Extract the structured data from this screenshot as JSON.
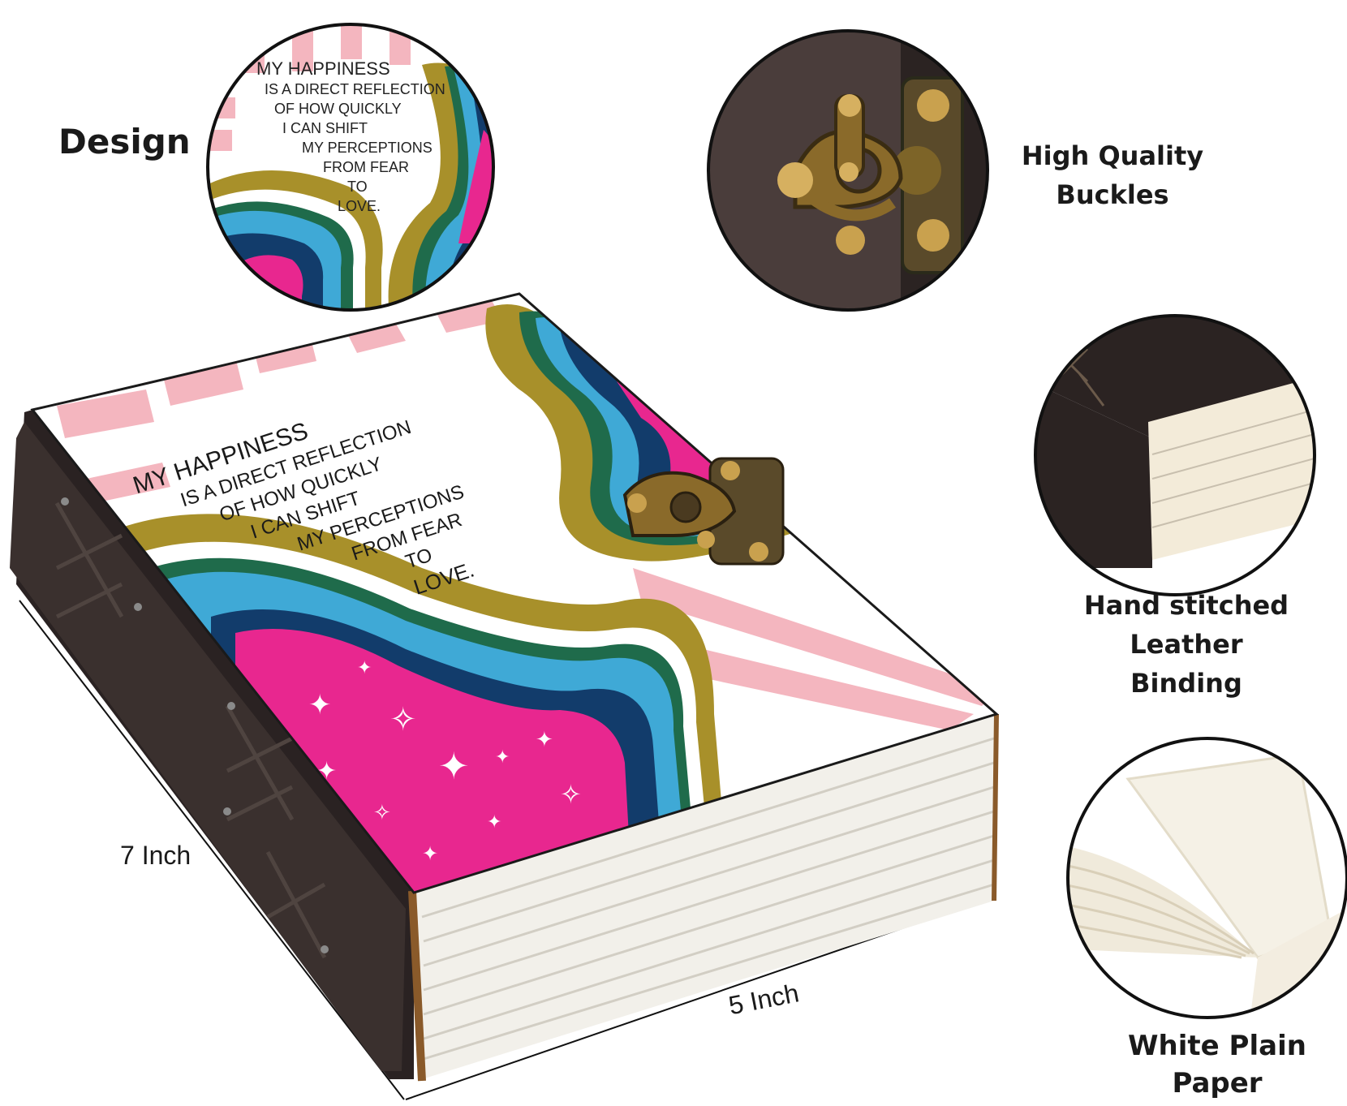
{
  "labels": {
    "design": "Design",
    "buckles_line1": "High Quality",
    "buckles_line2": "Buckles",
    "binding_line1": "Hand stitched Leather",
    "binding_line2": "Binding",
    "paper_line1": "White Plain",
    "paper_line2": "Paper"
  },
  "dimensions": {
    "height": "7 Inch",
    "width": "5 Inch"
  },
  "cover_quote": {
    "lines": [
      "MY HAPPINESS",
      "IS A DIRECT REFLECTION",
      "OF HOW QUICKLY",
      "I CAN SHIFT",
      "MY PERCEPTIONS",
      "FROM FEAR",
      "TO",
      "LOVE."
    ]
  },
  "colors": {
    "magenta": "#e8278f",
    "sky_blue": "#3fa9d6",
    "navy": "#123c6b",
    "green": "#1f6b4b",
    "olive_gold": "#a8902a",
    "pink_ray": "#f4b6bf",
    "leather": "#2a2222",
    "brass": "#8a6a2a"
  }
}
